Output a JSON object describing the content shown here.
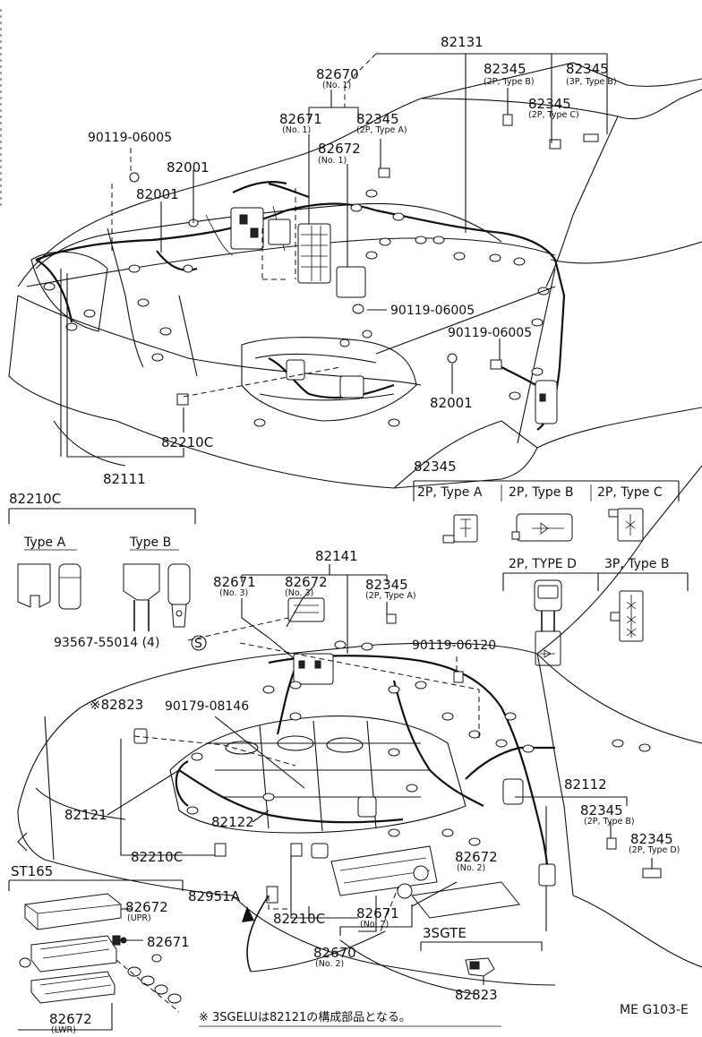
{
  "labels": {
    "p82131": "82131",
    "p82670_1": "82670",
    "p82670_1_sub": "(No. 1)",
    "p82345_a": "82345",
    "p82345_a_sub": "(2P, Type B)",
    "p82345_b": "82345",
    "p82345_b_sub": "(3P, Type B)",
    "p82345_c": "82345",
    "p82345_c_sub": "(2P, Type C)",
    "p82671_1": "82671",
    "p82671_1_sub": "(No. 1)",
    "p82345_d": "82345",
    "p82345_d_sub": "(2P, Type A)",
    "p82672_1": "82672",
    "p82672_1_sub": "(No. 1)",
    "p90119_a": "90119-06005",
    "p82001_a": "82001",
    "p82001_b": "82001",
    "p90119_b": "90119-06005",
    "p90119_c": "90119-06005",
    "p82001_c": "82001",
    "p82210c_a": "82210C",
    "p82111": "82111",
    "p82345_legend": "82345",
    "p82210c_legend": "82210C",
    "p82141": "82141",
    "p82671_3": "82671",
    "p82671_3_sub": "(No. 3)",
    "p82672_3": "82672",
    "p82672_3_sub": "(No. 3)",
    "p82345_e": "82345",
    "p82345_e_sub": "(2P, Type A)",
    "p93567": "93567-55014 (4)",
    "p93567_mark": "S",
    "p90119_d": "90119-06120",
    "p82823_star": "※82823",
    "p90179": "90179-08146",
    "p82121": "82121",
    "p82122": "82122",
    "p82210c_b": "82210C",
    "p82112": "82112",
    "p82345_f": "82345",
    "p82345_f_sub": "(2P, Type B)",
    "p82345_g": "82345",
    "p82345_g_sub": "(2P, Type D)",
    "p82672_2": "82672",
    "p82672_2_sub": "(No. 2)",
    "p82951a": "82951A",
    "p82210c_c": "82210C",
    "p82671_2": "82671",
    "p82671_2_sub": "(No. 2)",
    "p82670_2": "82670",
    "p82670_2_sub": "(No. 2)",
    "st165": "ST165",
    "p82672_upr": "82672",
    "p82672_upr_sub": "(UPR)",
    "p82671_st": "82671",
    "p82672_lwr": "82672",
    "p82672_lwr_sub": "(LWR)",
    "sgte": "3SGTE",
    "p82823_sgte": "82823"
  },
  "legend_82345": {
    "types": [
      "2P, Type A",
      "2P, Type B",
      "2P, Type C",
      "2P, TYPE D",
      "3P, Type B"
    ]
  },
  "legend_82210c": {
    "types": [
      "Type A",
      "Type B"
    ]
  },
  "footnote": "※ 3SGELUは82121の構成部品となる。",
  "figure_id": "ME G103-E"
}
